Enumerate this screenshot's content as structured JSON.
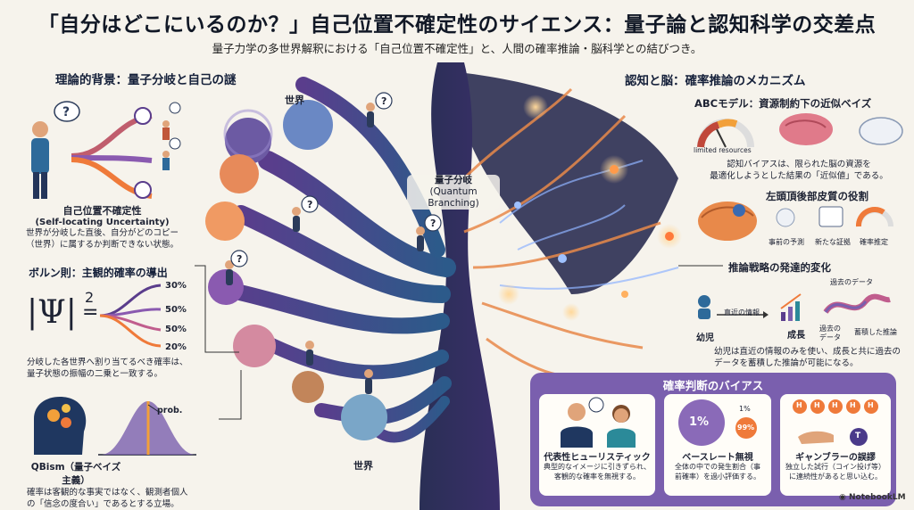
{
  "header": {
    "title": "「自分はどこにいるのか？」自己位置不確定性のサイエンス：量子論と認知科学の交差点",
    "subtitle": "量子力学の多世界解釈における「自己位置不確定性」と、人間の確率推論・脳科学との結びつき。"
  },
  "left": {
    "section1_title": "理論的背景：量子分岐と自己の謎",
    "uncertainty_title": "自己位置不確定性",
    "uncertainty_en": "(Self-locating Uncertainty)",
    "uncertainty_desc1": "世界が分岐した直後、自分がどのコピー",
    "uncertainty_desc2": "（世界）に属するか判断できない状態。",
    "born_title": "ボルン則：主観的確率の導出",
    "formula": "|Ψ|",
    "formula_sup": "2",
    "formula_eq": "=",
    "probs": [
      "30%",
      "50%",
      "50%",
      "20%"
    ],
    "born_desc1": "分岐した各世界へ割り当てるべき確率は、",
    "born_desc2": "量子状態の振幅の二乗と一致する。",
    "prob_label": "prob.",
    "qbism_title": "QBism（量子ベイズ主義）",
    "qbism_desc1": "確率は客観的な事実ではなく、観測者個人",
    "qbism_desc2": "の「信念の度合い」であるとする立場。"
  },
  "center": {
    "world_top": "世界",
    "world_bottom": "世界",
    "branch_label1": "量子分岐",
    "branch_label2": "(Quantum",
    "branch_label3": "Branching)",
    "question_mark": "?"
  },
  "right": {
    "section_title": "認知と脳：確率推論のメカニズム",
    "abc_title": "ABCモデル：資源制約下の近似ベイズ",
    "limited_resources": "limited resources",
    "abc_desc1": "認知バイアスは、限られた脳の資源を",
    "abc_desc2": "最適化しようとした結果の「近似値」である。",
    "parietal_title": "左頭頂後部皮質の役割",
    "parietal_items": [
      "事前の予測",
      "新たな証拠",
      "確率推定"
    ],
    "dev_title": "推論戦略の発達的変化",
    "past_data": "過去のデータ",
    "recent_info": "直近の情報",
    "infant": "幼児",
    "growth": "成長",
    "past_data2a": "過去の",
    "past_data2b": "データ",
    "accumulated": "蓄積した推論",
    "dev_desc1": "幼児は直近の情報のみを使い、成長と共に過去の",
    "dev_desc2": "データを蓄積した推論が可能になる。"
  },
  "bias_panel": {
    "title": "確率判断のバイアス",
    "cards": [
      {
        "title": "代表性ヒューリスティック",
        "desc1": "典型的なイメージに引きずられ、",
        "desc2": "客観的な確率を無視する。"
      },
      {
        "title": "ベースレート無視",
        "desc1": "全体の中での発生割合（事",
        "desc2": "前確率）を過小評価する。"
      },
      {
        "title": "ギャンブラーの誤謬",
        "desc1": "独立した試行（コイン投げ等）",
        "desc2": "に連続性があると思い込む。"
      }
    ],
    "pct_big": "1%",
    "pct_small": "1%",
    "pct_orange": "99%",
    "coin_h": "H",
    "coin_t": "T"
  },
  "footer": {
    "brand": "NotebookLM"
  },
  "colors": {
    "accent_purple": "#7a5fae",
    "accent_orange": "#ef7a3a",
    "navy": "#15203a",
    "teal": "#2b8a99"
  }
}
